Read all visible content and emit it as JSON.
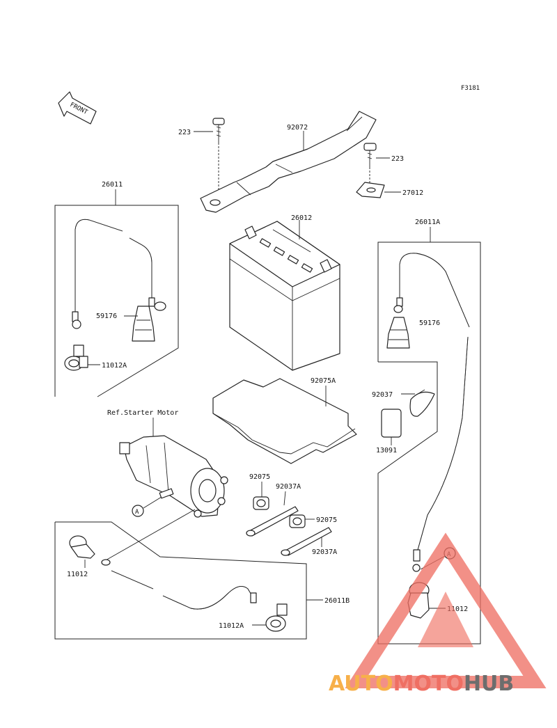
{
  "figure_code": "F3181",
  "front_label": "FRONT",
  "ref_note": "Ref.Starter Motor",
  "callout": "A",
  "labels": {
    "p223_top": "223",
    "p92072": "92072",
    "p223_right": "223",
    "p27012": "27012",
    "p26011": "26011",
    "p59176_left": "59176",
    "p11012A_left": "11012A",
    "p26012": "26012",
    "p26011A": "26011A",
    "p59176_right": "59176",
    "p92075A": "92075A",
    "p92037": "92037",
    "p13091": "13091",
    "p92075_a": "92075",
    "p92037A_a": "92037A",
    "p92075_b": "92075",
    "p92037A_b": "92037A",
    "p11012_left": "11012",
    "p26011B": "26011B",
    "p11012A_bottom": "11012A",
    "p11012_right": "11012"
  },
  "watermark": {
    "part1": "AUTO",
    "part2": "MOTO",
    "part3": "HUB",
    "color_orange": "#f7b04a",
    "color_red": "#ef6f63",
    "color_gray": "#6d6d6d"
  }
}
